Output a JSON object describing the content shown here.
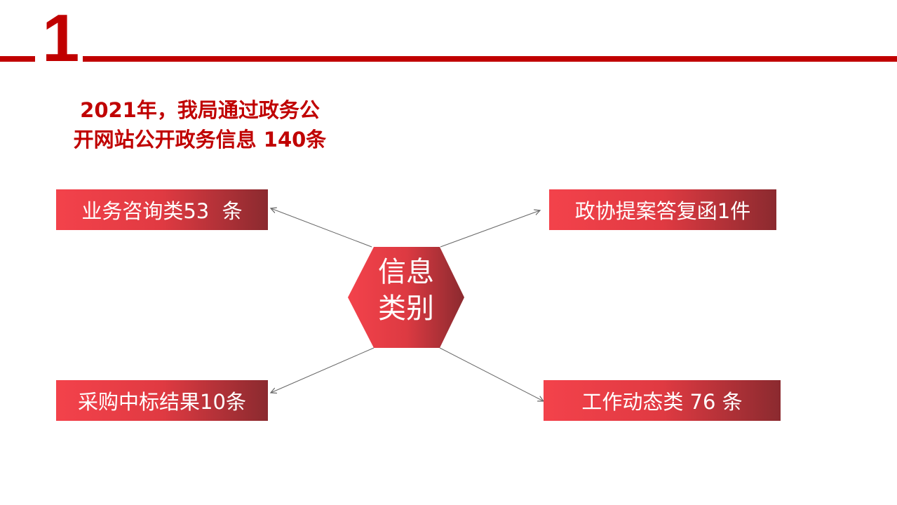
{
  "section_number": "1",
  "title_lines": [
    "2021年，我局通过政务公",
    "开网站公开政务信息 140条"
  ],
  "center": {
    "lines": [
      "信息",
      "类别"
    ]
  },
  "categories": [
    {
      "label": "业务咨询类53  条"
    },
    {
      "label": "政协提案答复函1件"
    },
    {
      "label": "采购中标结果10条"
    },
    {
      "label": "工作动态类 76 条"
    }
  ],
  "colors": {
    "accent": "#c00000",
    "gradient_start": "#f3424b",
    "gradient_end": "#8b2a2f",
    "connector": "#666666"
  }
}
